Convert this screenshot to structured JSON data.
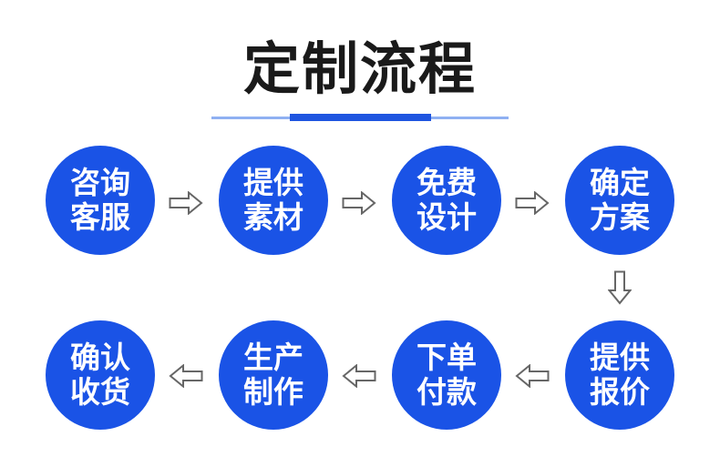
{
  "title": "定制流程",
  "steps": [
    {
      "line1": "咨询",
      "line2": "客服"
    },
    {
      "line1": "提供",
      "line2": "素材"
    },
    {
      "line1": "免费",
      "line2": "设计"
    },
    {
      "line1": "确定",
      "line2": "方案"
    },
    {
      "line1": "提供",
      "line2": "报价"
    },
    {
      "line1": "下单",
      "line2": "付款"
    },
    {
      "line1": "生产",
      "line2": "制作"
    },
    {
      "line1": "确认",
      "line2": "收货"
    }
  ],
  "colors": {
    "circle": "#1a53e6",
    "title_text": "#1a1a1a",
    "accent_line": "#1f55e0",
    "light_line": "#8fb0f2",
    "arrow_stroke": "#666666"
  }
}
